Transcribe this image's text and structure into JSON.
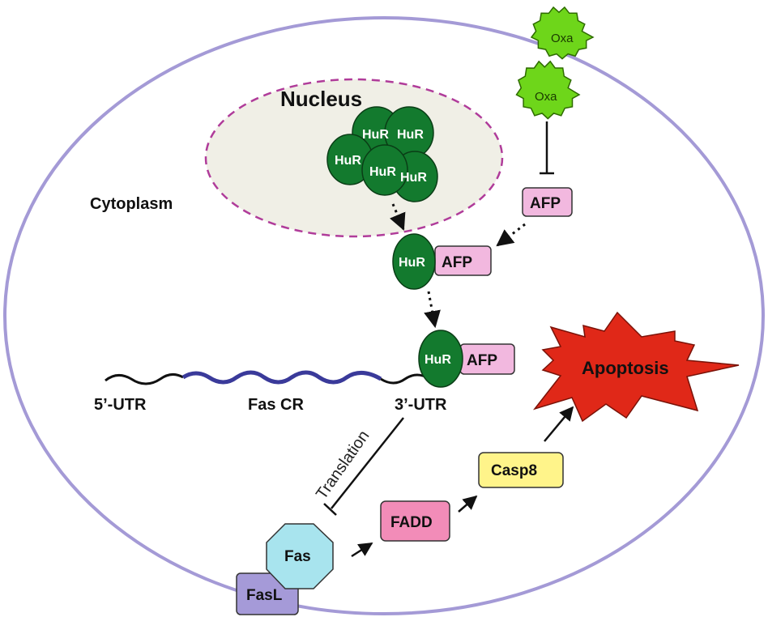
{
  "labels": {
    "nucleus": "Nucleus",
    "cytoplasm": "Cytoplasm",
    "oxa": "Oxa",
    "afp": "AFP",
    "hur": "HuR",
    "utr5": "5’-UTR",
    "fas_cr": "Fas CR",
    "utr3": "3’-UTR",
    "translation": "Translation",
    "fas": "Fas",
    "fasl": "FasL",
    "fadd": "FADD",
    "casp8": "Casp8",
    "apoptosis": "Apoptosis"
  },
  "colors": {
    "cell_membrane": "#a49ad6",
    "nucleus_fill": "#f0efe6",
    "nucleus_border": "#b03c9a",
    "hur_green": "#137a2e",
    "afp_pink": "#f2b8df",
    "oxa_green": "#6ed61a",
    "mrna_blue": "#3a3a9a",
    "fas_cyan": "#a8e4ee",
    "fasl_purple": "#a59ad8",
    "fadd_pink": "#f28cb8",
    "casp8_yellow": "#fff48a",
    "apoptosis_red": "#e02818"
  }
}
